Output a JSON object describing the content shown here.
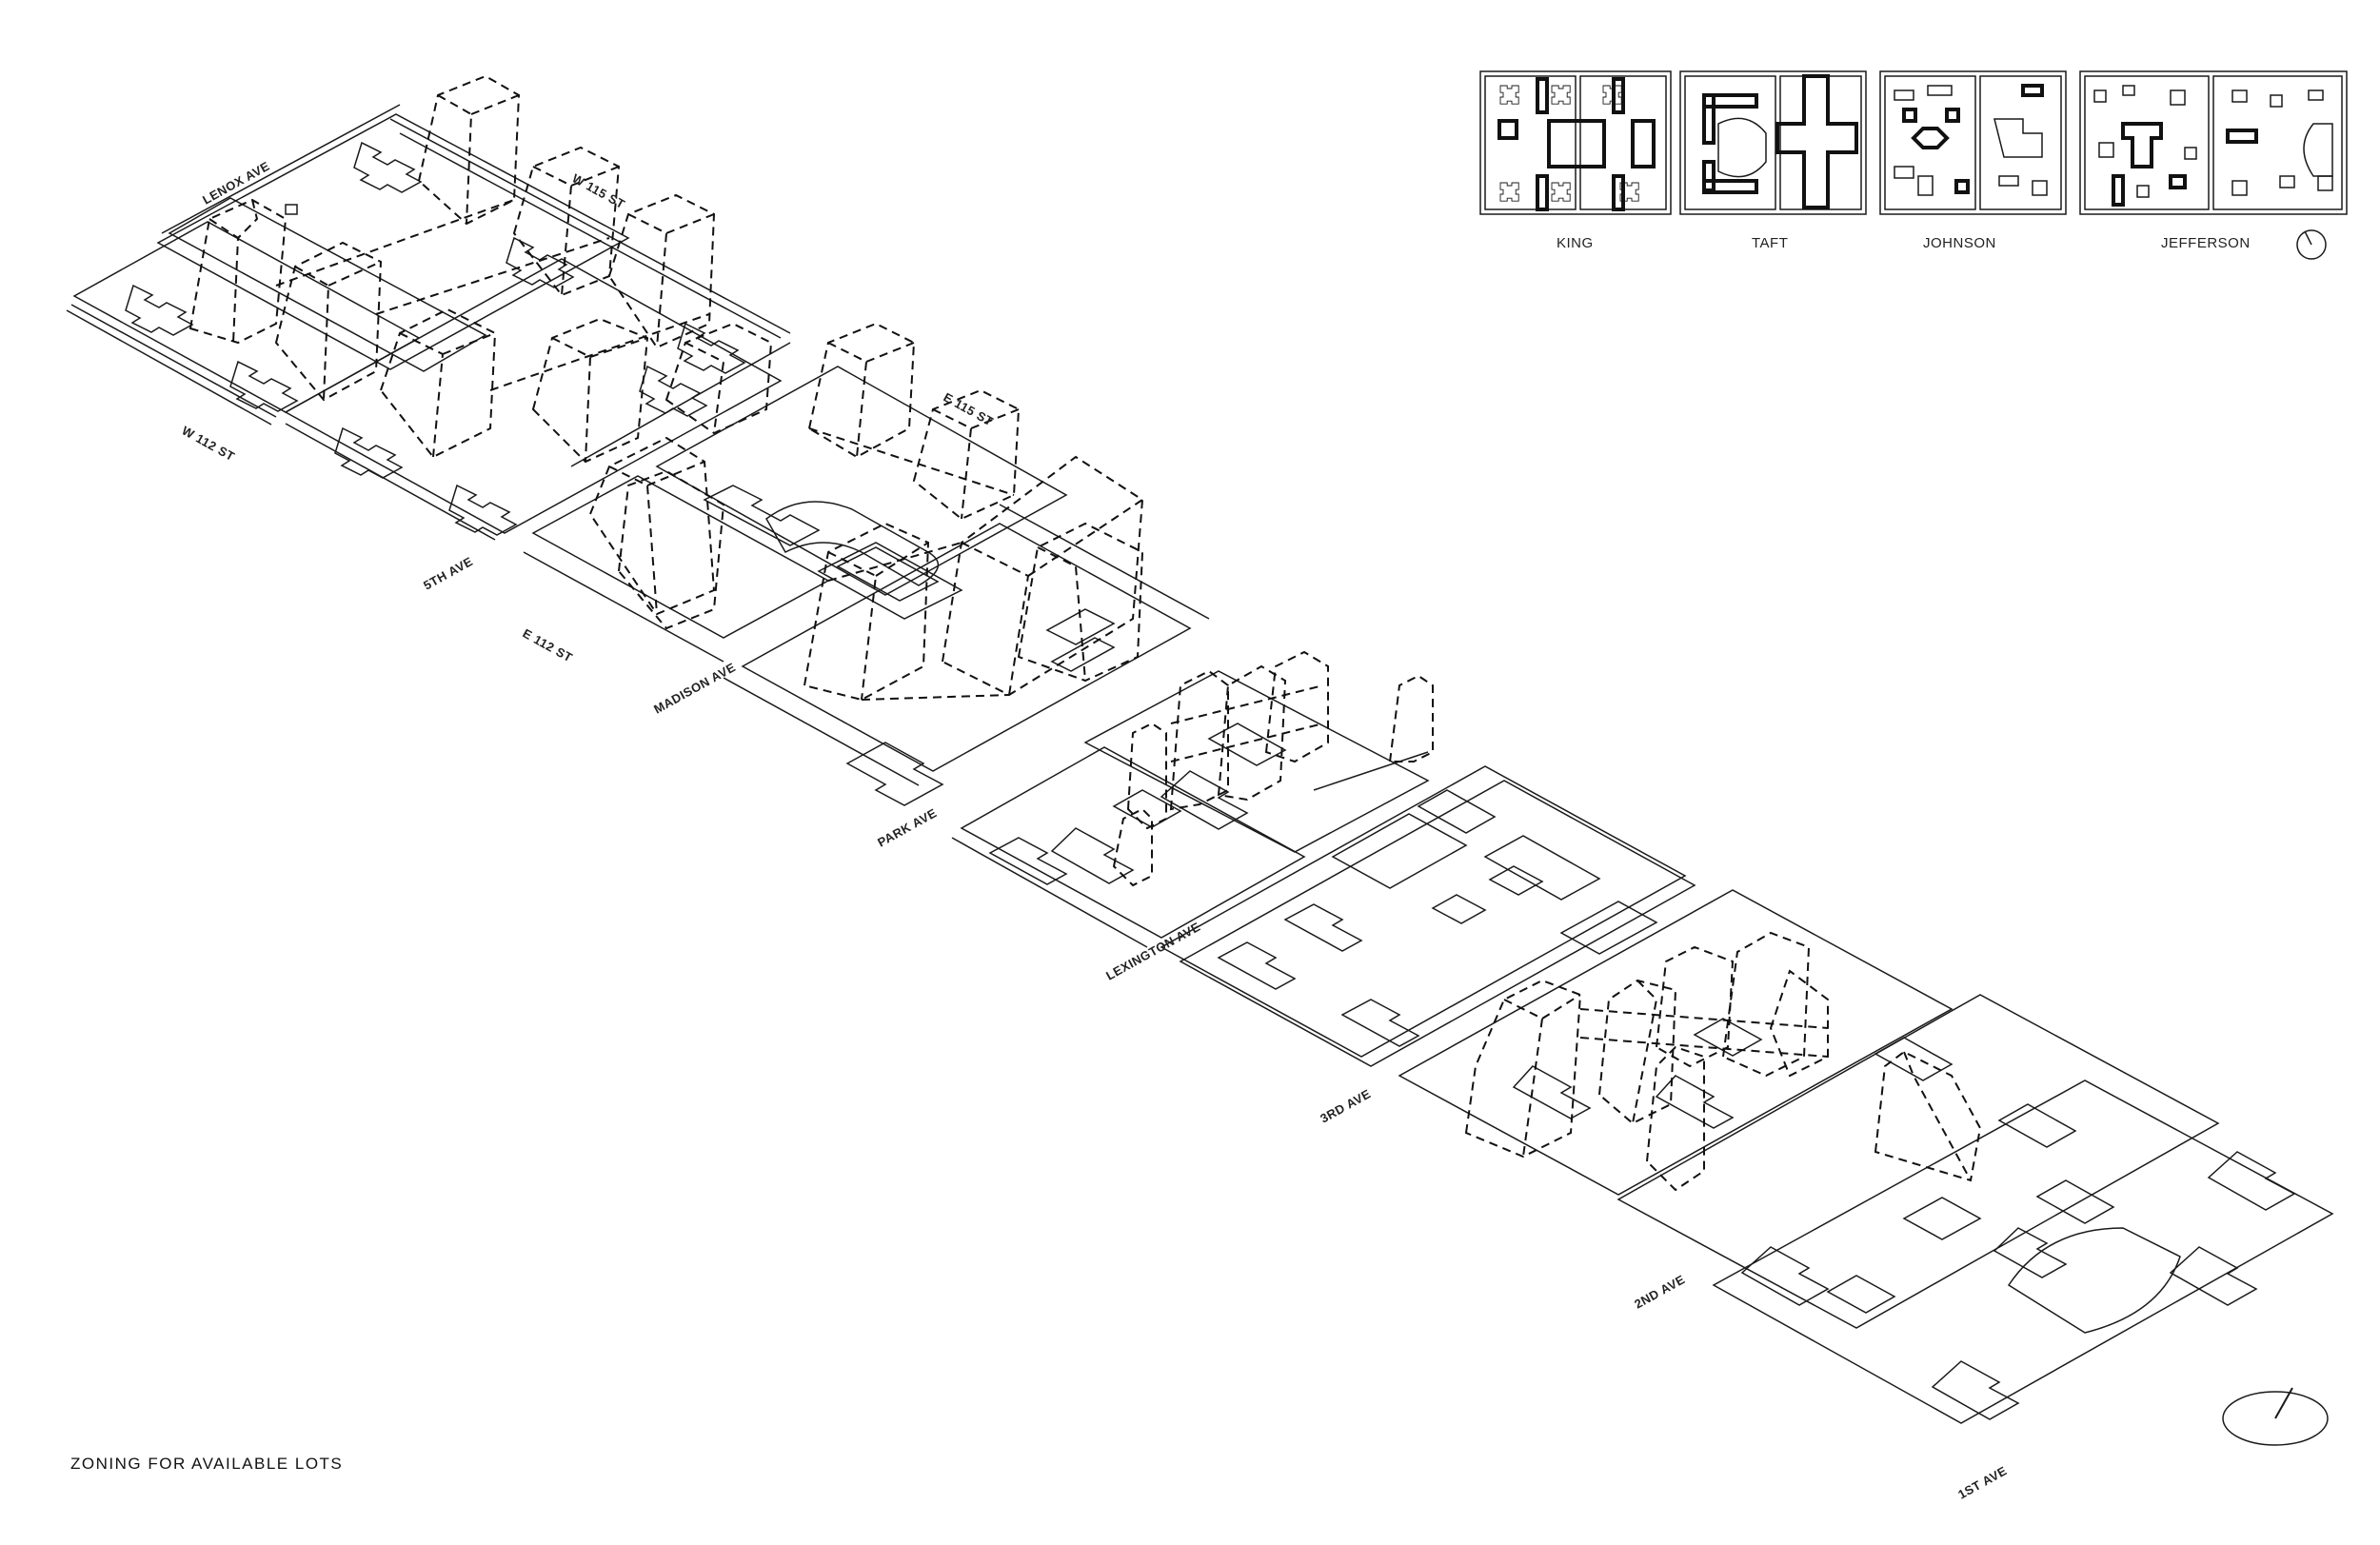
{
  "caption": "ZONING FOR AVAILABLE LOTS",
  "plans": [
    {
      "label": "KING"
    },
    {
      "label": "TAFT"
    },
    {
      "label": "JOHNSON"
    },
    {
      "label": "JEFFERSON"
    }
  ],
  "streets": [
    {
      "label": "LENOX AVE"
    },
    {
      "label": "W 115 ST"
    },
    {
      "label": "W 112 ST"
    },
    {
      "label": "5TH AVE"
    },
    {
      "label": "E 115 ST"
    },
    {
      "label": "E 112 ST"
    },
    {
      "label": "MADISON AVE"
    },
    {
      "label": "PARK AVE"
    },
    {
      "label": "LEXINGTON AVE"
    },
    {
      "label": "3RD AVE"
    },
    {
      "label": "2ND AVE"
    },
    {
      "label": "1ST AVE"
    }
  ],
  "icons": {
    "north_arrow": "north-arrow-icon"
  }
}
